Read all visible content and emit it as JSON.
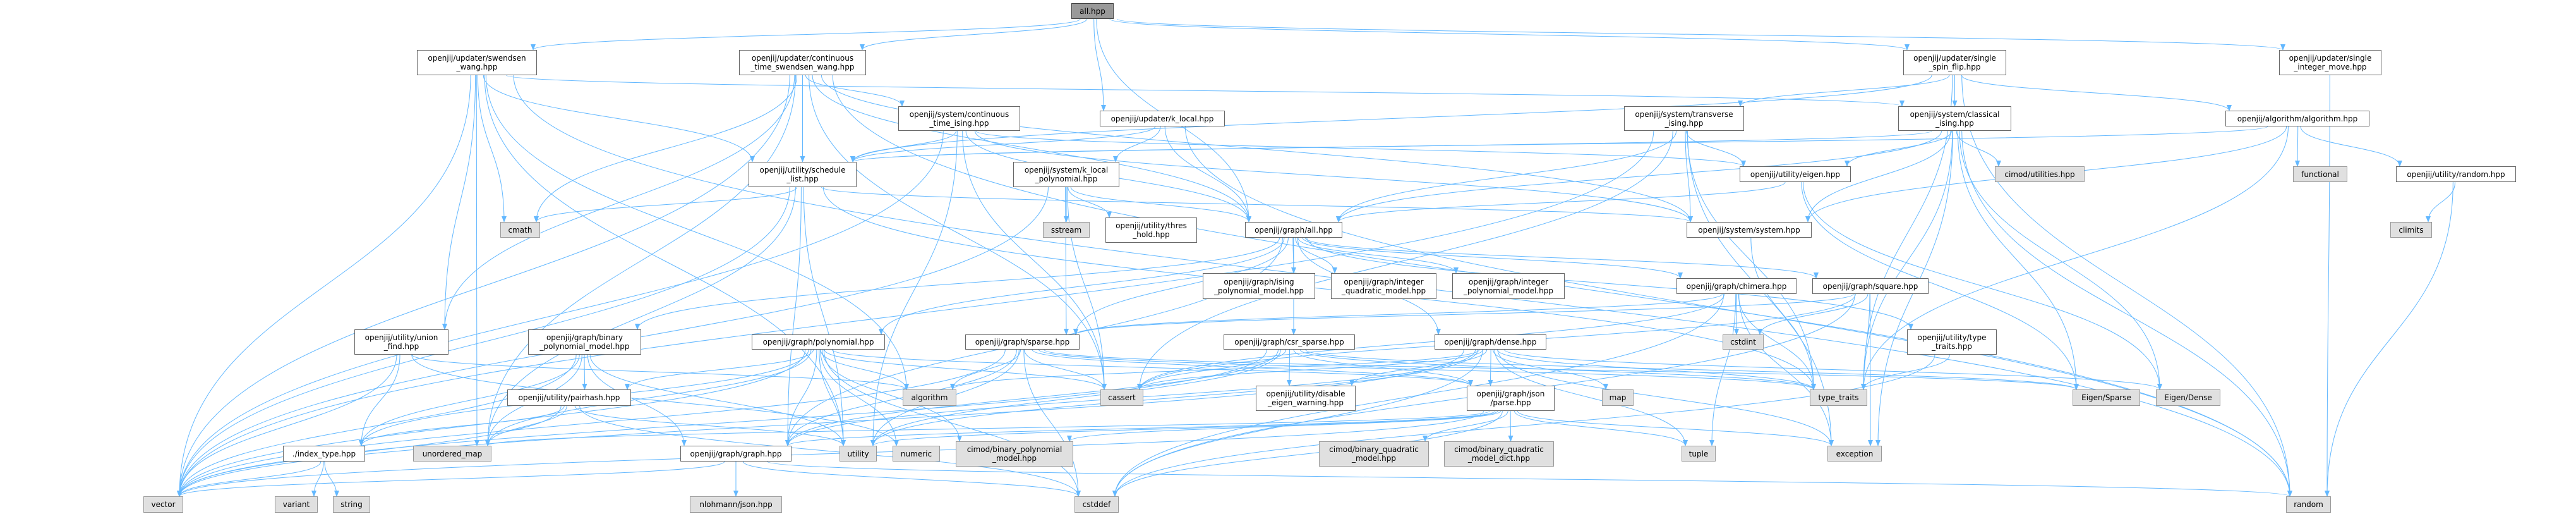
{
  "title": "all.hpp include dependency graph",
  "colors": {
    "edge": "#63b8ff",
    "root_fill": "#999999",
    "user_fill": "#ffffff",
    "system_fill": "#e0e0e0"
  },
  "nodes": [
    {
      "id": "all",
      "label": "all.hpp",
      "kind": "root"
    },
    {
      "id": "sw",
      "label": "openjij/updater/swendsen\n_wang.hpp",
      "kind": "user"
    },
    {
      "id": "ctsw",
      "label": "openjij/updater/continuous\n_time_swendsen_wang.hpp",
      "kind": "user"
    },
    {
      "id": "ssf",
      "label": "openjij/updater/single\n_spin_flip.hpp",
      "kind": "user"
    },
    {
      "id": "sim",
      "label": "openjij/updater/single\n_integer_move.hpp",
      "kind": "user"
    },
    {
      "id": "cti",
      "label": "openjij/system/continuous\n_time_ising.hpp",
      "kind": "user"
    },
    {
      "id": "kl",
      "label": "openjij/updater/k_local.hpp",
      "kind": "user"
    },
    {
      "id": "ti",
      "label": "openjij/system/transverse\n_ising.hpp",
      "kind": "user"
    },
    {
      "id": "ci",
      "label": "openjij/system/classical\n_ising.hpp",
      "kind": "user"
    },
    {
      "id": "algo",
      "label": "openjij/algorithm/algorithm.hpp",
      "kind": "user"
    },
    {
      "id": "sched",
      "label": "openjij/utility/schedule\n_list.hpp",
      "kind": "user"
    },
    {
      "id": "klp",
      "label": "openjij/system/k_local\n_polynomial.hpp",
      "kind": "user"
    },
    {
      "id": "eigen",
      "label": "openjij/utility/eigen.hpp",
      "kind": "user"
    },
    {
      "id": "cimodutil",
      "label": "cimod/utilities.hpp",
      "kind": "sys"
    },
    {
      "id": "functional",
      "label": "functional",
      "kind": "sys"
    },
    {
      "id": "rand_hpp",
      "label": "openjij/utility/random.hpp",
      "kind": "user"
    },
    {
      "id": "cmath",
      "label": "cmath",
      "kind": "sys"
    },
    {
      "id": "sstream",
      "label": "sstream",
      "kind": "sys"
    },
    {
      "id": "thres",
      "label": "openjij/utility/thres\n_hold.hpp",
      "kind": "user"
    },
    {
      "id": "gall",
      "label": "openjij/graph/all.hpp",
      "kind": "user"
    },
    {
      "id": "system",
      "label": "openjij/system/system.hpp",
      "kind": "user"
    },
    {
      "id": "climits",
      "label": "climits",
      "kind": "sys"
    },
    {
      "id": "ipm",
      "label": "openjij/graph/ising\n_polynomial_model.hpp",
      "kind": "user"
    },
    {
      "id": "iqm",
      "label": "openjij/graph/integer\n_quadratic_model.hpp",
      "kind": "user"
    },
    {
      "id": "ipolm",
      "label": "openjij/graph/integer\n_polynomial_model.hpp",
      "kind": "user"
    },
    {
      "id": "chimera",
      "label": "openjij/graph/chimera.hpp",
      "kind": "user"
    },
    {
      "id": "square",
      "label": "openjij/graph/square.hpp",
      "kind": "user"
    },
    {
      "id": "uf",
      "label": "openjij/utility/union\n_find.hpp",
      "kind": "user"
    },
    {
      "id": "bpm",
      "label": "openjij/graph/binary\n_polynomial_model.hpp",
      "kind": "user"
    },
    {
      "id": "poly",
      "label": "openjij/graph/polynomial.hpp",
      "kind": "user"
    },
    {
      "id": "sparse",
      "label": "openjij/graph/sparse.hpp",
      "kind": "user"
    },
    {
      "id": "csr",
      "label": "openjij/graph/csr_sparse.hpp",
      "kind": "user"
    },
    {
      "id": "dense",
      "label": "openjij/graph/dense.hpp",
      "kind": "user"
    },
    {
      "id": "cstdint",
      "label": "cstdint",
      "kind": "sys"
    },
    {
      "id": "tt_hpp",
      "label": "openjij/utility/type\n_traits.hpp",
      "kind": "user"
    },
    {
      "id": "pairhash",
      "label": "openjij/utility/pairhash.hpp",
      "kind": "user"
    },
    {
      "id": "algorithm",
      "label": "algorithm",
      "kind": "sys"
    },
    {
      "id": "cassert",
      "label": "cassert",
      "kind": "sys"
    },
    {
      "id": "dew",
      "label": "openjij/utility/disable\n_eigen_warning.hpp",
      "kind": "user"
    },
    {
      "id": "parse",
      "label": "openjij/graph/json\n/parse.hpp",
      "kind": "user"
    },
    {
      "id": "map",
      "label": "map",
      "kind": "sys"
    },
    {
      "id": "type_traits",
      "label": "type_traits",
      "kind": "sys"
    },
    {
      "id": "esparse",
      "label": "Eigen/Sparse",
      "kind": "sys"
    },
    {
      "id": "edense",
      "label": "Eigen/Dense",
      "kind": "sys"
    },
    {
      "id": "index",
      "label": "./index_type.hpp",
      "kind": "user"
    },
    {
      "id": "umap",
      "label": "unordered_map",
      "kind": "sys"
    },
    {
      "id": "graph",
      "label": "openjij/graph/graph.hpp",
      "kind": "user"
    },
    {
      "id": "utility",
      "label": "utility",
      "kind": "sys"
    },
    {
      "id": "numeric",
      "label": "numeric",
      "kind": "sys"
    },
    {
      "id": "cbpm",
      "label": "cimod/binary_polynomial\n_model.hpp",
      "kind": "sys"
    },
    {
      "id": "cbqm",
      "label": "cimod/binary_quadratic\n_model.hpp",
      "kind": "sys"
    },
    {
      "id": "cbqmd",
      "label": "cimod/binary_quadratic\n_model_dict.hpp",
      "kind": "sys"
    },
    {
      "id": "tuple",
      "label": "tuple",
      "kind": "sys"
    },
    {
      "id": "exception",
      "label": "exception",
      "kind": "sys"
    },
    {
      "id": "vector",
      "label": "vector",
      "kind": "sys"
    },
    {
      "id": "variant",
      "label": "variant",
      "kind": "sys"
    },
    {
      "id": "string",
      "label": "string",
      "kind": "sys"
    },
    {
      "id": "json",
      "label": "nlohmann/json.hpp",
      "kind": "sys"
    },
    {
      "id": "cstddef",
      "label": "cstddef",
      "kind": "sys"
    },
    {
      "id": "random",
      "label": "random",
      "kind": "sys"
    }
  ],
  "edges": [
    [
      "all",
      "sw"
    ],
    [
      "all",
      "ctsw"
    ],
    [
      "all",
      "ssf"
    ],
    [
      "all",
      "sim"
    ],
    [
      "all",
      "kl"
    ],
    [
      "all",
      "gall"
    ],
    [
      "sw",
      "cmath"
    ],
    [
      "sw",
      "uf"
    ],
    [
      "sw",
      "sched"
    ],
    [
      "sw",
      "vector"
    ],
    [
      "sw",
      "umap"
    ],
    [
      "sw",
      "random"
    ],
    [
      "sw",
      "ci"
    ],
    [
      "sw",
      "utility"
    ],
    [
      "sw",
      "algorithm"
    ],
    [
      "ctsw",
      "cti"
    ],
    [
      "ctsw",
      "sched"
    ],
    [
      "ctsw",
      "cmath"
    ],
    [
      "ctsw",
      "vector"
    ],
    [
      "ctsw",
      "uf"
    ],
    [
      "ctsw",
      "cassert"
    ],
    [
      "ctsw",
      "gall"
    ],
    [
      "ctsw",
      "random"
    ],
    [
      "ctsw",
      "umap"
    ],
    [
      "ctsw",
      "system"
    ],
    [
      "cti",
      "sched"
    ],
    [
      "cti",
      "eigen"
    ],
    [
      "cti",
      "system"
    ],
    [
      "cti",
      "cassert"
    ],
    [
      "cti",
      "gall"
    ],
    [
      "cti",
      "vector"
    ],
    [
      "cti",
      "utility"
    ],
    [
      "kl",
      "klp"
    ],
    [
      "kl",
      "sched"
    ],
    [
      "kl",
      "random"
    ],
    [
      "kl",
      "gall"
    ],
    [
      "sched",
      "cmath"
    ],
    [
      "sched",
      "vector"
    ],
    [
      "sched",
      "utility"
    ],
    [
      "sched",
      "graph"
    ],
    [
      "sched",
      "umap"
    ],
    [
      "sched",
      "system"
    ],
    [
      "sched",
      "type_traits"
    ],
    [
      "klp",
      "sstream"
    ],
    [
      "klp",
      "thres"
    ],
    [
      "klp",
      "gall"
    ],
    [
      "klp",
      "vector"
    ],
    [
      "klp",
      "cassert"
    ],
    [
      "klp",
      "sparse"
    ],
    [
      "gall",
      "ipm"
    ],
    [
      "gall",
      "iqm"
    ],
    [
      "gall",
      "ipolm"
    ],
    [
      "gall",
      "chimera"
    ],
    [
      "gall",
      "square"
    ],
    [
      "gall",
      "poly"
    ],
    [
      "gall",
      "sparse"
    ],
    [
      "gall",
      "csr"
    ],
    [
      "gall",
      "dense"
    ],
    [
      "gall",
      "bpm"
    ],
    [
      "gall",
      "graph"
    ],
    [
      "gall",
      "tt_hpp"
    ],
    [
      "ti",
      "eigen"
    ],
    [
      "ti",
      "system"
    ],
    [
      "ti",
      "gall"
    ],
    [
      "ti",
      "cassert"
    ],
    [
      "ti",
      "vector"
    ],
    [
      "ti",
      "type_traits"
    ],
    [
      "ti",
      "exception"
    ],
    [
      "ci",
      "cimodutil"
    ],
    [
      "ci",
      "eigen"
    ],
    [
      "ci",
      "system"
    ],
    [
      "ci",
      "gall"
    ],
    [
      "ci",
      "esparse"
    ],
    [
      "ci",
      "edense"
    ],
    [
      "ci",
      "random"
    ],
    [
      "ci",
      "type_traits"
    ],
    [
      "ci",
      "exception"
    ],
    [
      "ci",
      "sched"
    ],
    [
      "ssf",
      "ci"
    ],
    [
      "ssf",
      "ti"
    ],
    [
      "ssf",
      "algo"
    ],
    [
      "ssf",
      "random"
    ],
    [
      "ssf",
      "type_traits"
    ],
    [
      "ssf",
      "sched"
    ],
    [
      "sim",
      "random"
    ],
    [
      "algo",
      "functional"
    ],
    [
      "algo",
      "rand_hpp"
    ],
    [
      "algo",
      "system"
    ],
    [
      "algo",
      "sched"
    ],
    [
      "algo",
      "type_traits"
    ],
    [
      "rand_hpp",
      "climits"
    ],
    [
      "rand_hpp",
      "random"
    ],
    [
      "eigen",
      "gall"
    ],
    [
      "eigen",
      "edense"
    ],
    [
      "eigen",
      "esparse"
    ],
    [
      "system",
      "type_traits"
    ],
    [
      "poly",
      "graph"
    ],
    [
      "poly",
      "algorithm"
    ],
    [
      "poly",
      "cassert"
    ],
    [
      "poly",
      "utility"
    ],
    [
      "poly",
      "numeric"
    ],
    [
      "poly",
      "cbpm"
    ],
    [
      "poly",
      "umap"
    ],
    [
      "poly",
      "vector"
    ],
    [
      "poly",
      "pairhash"
    ],
    [
      "poly",
      "parse"
    ],
    [
      "poly",
      "index"
    ],
    [
      "poly",
      "cstddef"
    ],
    [
      "sparse",
      "graph"
    ],
    [
      "sparse",
      "algorithm"
    ],
    [
      "sparse",
      "cassert"
    ],
    [
      "sparse",
      "utility"
    ],
    [
      "sparse",
      "cstddef"
    ],
    [
      "sparse",
      "parse"
    ],
    [
      "sparse",
      "type_traits"
    ],
    [
      "sparse",
      "esparse"
    ],
    [
      "sparse",
      "vector"
    ],
    [
      "csr",
      "graph"
    ],
    [
      "csr",
      "cassert"
    ],
    [
      "csr",
      "dew"
    ],
    [
      "csr",
      "parse"
    ],
    [
      "csr",
      "esparse"
    ],
    [
      "csr",
      "type_traits"
    ],
    [
      "csr",
      "utility"
    ],
    [
      "csr",
      "vector"
    ],
    [
      "dense",
      "graph"
    ],
    [
      "dense",
      "cassert"
    ],
    [
      "dense",
      "dew"
    ],
    [
      "dense",
      "parse"
    ],
    [
      "dense",
      "map"
    ],
    [
      "dense",
      "type_traits"
    ],
    [
      "dense",
      "tuple"
    ],
    [
      "dense",
      "exception"
    ],
    [
      "dense",
      "edense"
    ],
    [
      "dense",
      "cstddef"
    ],
    [
      "dense",
      "vector"
    ],
    [
      "dense",
      "utility"
    ],
    [
      "dense",
      "algorithm"
    ],
    [
      "parse",
      "cbqm"
    ],
    [
      "parse",
      "cbqmd"
    ],
    [
      "parse",
      "tuple"
    ],
    [
      "parse",
      "exception"
    ],
    [
      "parse",
      "graph"
    ],
    [
      "parse",
      "utility"
    ],
    [
      "parse",
      "vector"
    ],
    [
      "parse",
      "umap"
    ],
    [
      "parse",
      "cbpm"
    ],
    [
      "parse",
      "cstddef"
    ],
    [
      "chimera",
      "sparse"
    ],
    [
      "chimera",
      "cstdint"
    ],
    [
      "chimera",
      "type_traits"
    ],
    [
      "chimera",
      "tuple"
    ],
    [
      "chimera",
      "exception"
    ],
    [
      "chimera",
      "cstddef"
    ],
    [
      "chimera",
      "cassert"
    ],
    [
      "square",
      "sparse"
    ],
    [
      "square",
      "cstdint"
    ],
    [
      "square",
      "type_traits"
    ],
    [
      "square",
      "exception"
    ],
    [
      "square",
      "cstddef"
    ],
    [
      "square",
      "cassert"
    ],
    [
      "tt_hpp",
      "type_traits"
    ],
    [
      "tt_hpp",
      "cstddef"
    ],
    [
      "bpm",
      "pairhash"
    ],
    [
      "bpm",
      "index"
    ],
    [
      "bpm",
      "umap"
    ],
    [
      "bpm",
      "vector"
    ],
    [
      "bpm",
      "utility"
    ],
    [
      "bpm",
      "graph"
    ],
    [
      "pairhash",
      "umap"
    ],
    [
      "pairhash",
      "utility"
    ],
    [
      "pairhash",
      "index"
    ],
    [
      "pairhash",
      "vector"
    ],
    [
      "pairhash",
      "cstddef"
    ],
    [
      "uf",
      "vector"
    ],
    [
      "uf",
      "algorithm"
    ],
    [
      "uf",
      "numeric"
    ],
    [
      "uf",
      "index"
    ],
    [
      "index",
      "vector"
    ],
    [
      "index",
      "variant"
    ],
    [
      "index",
      "string"
    ],
    [
      "graph",
      "vector"
    ],
    [
      "graph",
      "json"
    ],
    [
      "graph",
      "cstddef"
    ],
    [
      "graph",
      "random"
    ]
  ]
}
